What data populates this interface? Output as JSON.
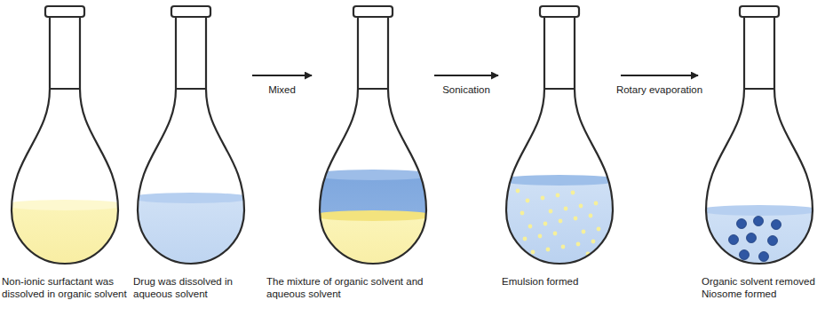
{
  "diagram": {
    "nodes": [
      {
        "text": [
          "Non-ionic surfactant was dissolved in organic solvent"
        ]
      },
      {
        "text": [
          "Drug was dissolved in aqueous solvent"
        ]
      },
      {
        "text": [
          "The mixture of organic solvent and aqueous solvent"
        ]
      },
      {
        "text": [
          "Emulsion formed"
        ]
      },
      {
        "text": [
          "Organic solvent removed Niosome formed"
        ]
      }
    ],
    "edges": [
      {
        "from": 1,
        "to": 2,
        "arrow": "to",
        "label": "Mixed"
      },
      {
        "from": 2,
        "to": 3,
        "arrow": "to",
        "label": "Sonication"
      },
      {
        "from": 3,
        "to": 4,
        "arrow": "to",
        "label": "Rotary evaporation"
      }
    ]
  }
}
